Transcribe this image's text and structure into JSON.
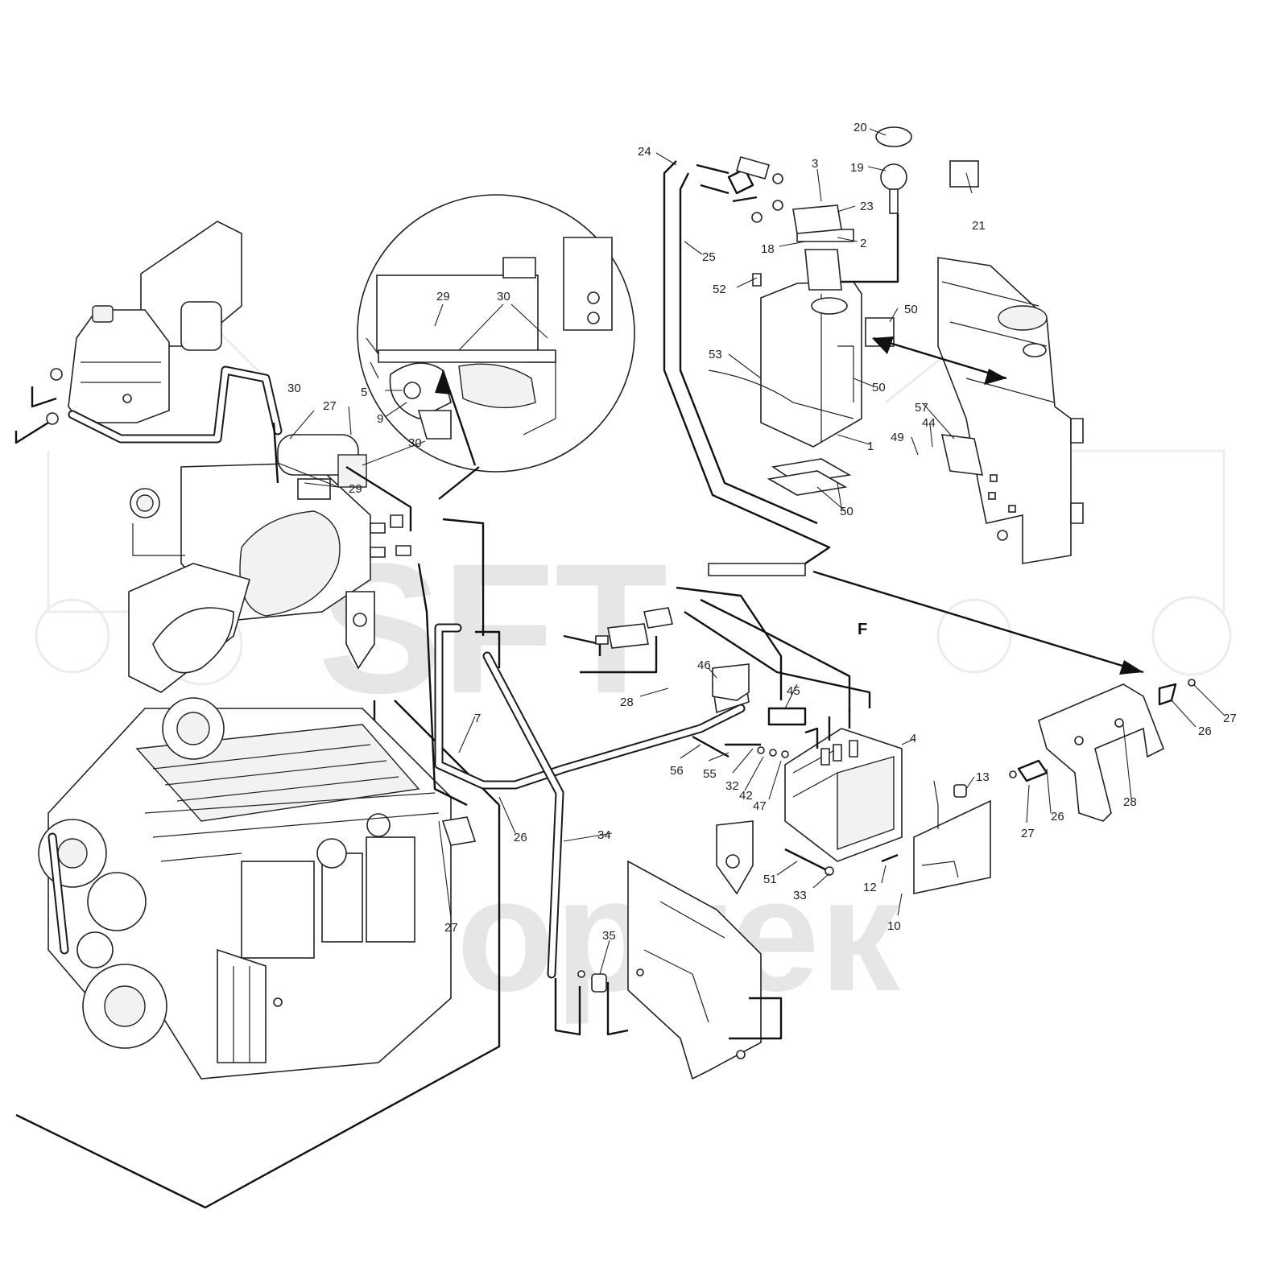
{
  "watermark": {
    "line1": "SFT",
    "line2": "Инфортек"
  },
  "detail_letter": "F",
  "callouts": [
    {
      "id": "c20",
      "label": "20"
    },
    {
      "id": "c24",
      "label": "24"
    },
    {
      "id": "c3",
      "label": "3"
    },
    {
      "id": "c19",
      "label": "19"
    },
    {
      "id": "c23",
      "label": "23"
    },
    {
      "id": "c21",
      "label": "21"
    },
    {
      "id": "c2",
      "label": "2"
    },
    {
      "id": "c18",
      "label": "18"
    },
    {
      "id": "c25",
      "label": "25"
    },
    {
      "id": "c52",
      "label": "52"
    },
    {
      "id": "c50a",
      "label": "50"
    },
    {
      "id": "c29a",
      "label": "29"
    },
    {
      "id": "c30a",
      "label": "30"
    },
    {
      "id": "c53",
      "label": "53"
    },
    {
      "id": "c50b",
      "label": "50"
    },
    {
      "id": "c5",
      "label": "5"
    },
    {
      "id": "c9",
      "label": "9"
    },
    {
      "id": "c30b",
      "label": "30"
    },
    {
      "id": "c27a",
      "label": "27"
    },
    {
      "id": "c30c",
      "label": "30"
    },
    {
      "id": "c57",
      "label": "57"
    },
    {
      "id": "c44",
      "label": "44"
    },
    {
      "id": "c49",
      "label": "49"
    },
    {
      "id": "c1",
      "label": "1"
    },
    {
      "id": "c29b",
      "label": "29"
    },
    {
      "id": "c50c",
      "label": "50"
    },
    {
      "id": "c46",
      "label": "46"
    },
    {
      "id": "c28a",
      "label": "28"
    },
    {
      "id": "c45",
      "label": "45"
    },
    {
      "id": "c7",
      "label": "7"
    },
    {
      "id": "c4",
      "label": "4"
    },
    {
      "id": "c27b",
      "label": "27"
    },
    {
      "id": "c26a",
      "label": "26"
    },
    {
      "id": "c56",
      "label": "56"
    },
    {
      "id": "c55",
      "label": "55"
    },
    {
      "id": "c32",
      "label": "32"
    },
    {
      "id": "c42",
      "label": "42"
    },
    {
      "id": "c47",
      "label": "47"
    },
    {
      "id": "c13",
      "label": "13"
    },
    {
      "id": "c28b",
      "label": "28"
    },
    {
      "id": "c27c",
      "label": "27"
    },
    {
      "id": "c26b",
      "label": "26"
    },
    {
      "id": "c26c",
      "label": "26"
    },
    {
      "id": "c34",
      "label": "34"
    },
    {
      "id": "c51",
      "label": "51"
    },
    {
      "id": "c12",
      "label": "12"
    },
    {
      "id": "c33",
      "label": "33"
    },
    {
      "id": "c10",
      "label": "10"
    },
    {
      "id": "c27d",
      "label": "27"
    },
    {
      "id": "c35",
      "label": "35"
    }
  ]
}
